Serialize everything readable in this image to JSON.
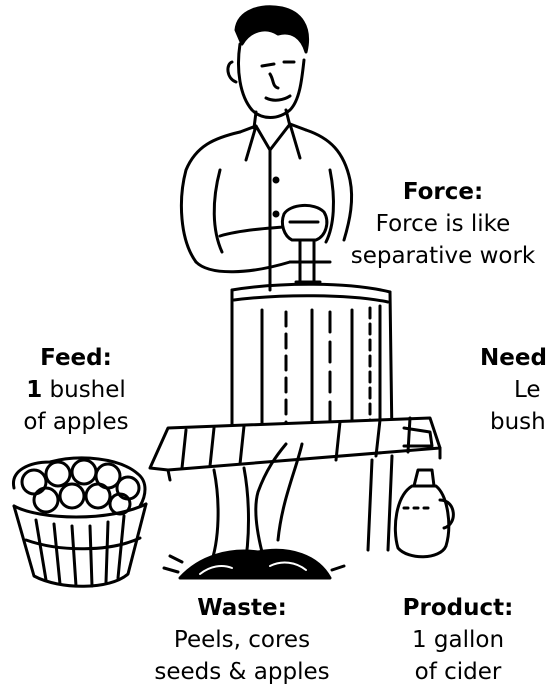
{
  "labels": {
    "force": {
      "heading": "Force:",
      "line1": "Force is like",
      "line2": "separative work"
    },
    "feed": {
      "heading": "Feed:",
      "line1_number": "1",
      "line1_rest": " bushel",
      "line2": "of apples"
    },
    "need": {
      "heading": "Need",
      "line1": "Le",
      "line2": "bush"
    },
    "waste": {
      "heading": "Waste:",
      "line1": "Peels, cores",
      "line2": "seeds & apples"
    },
    "product": {
      "heading": "Product:",
      "line1": "1 gallon",
      "line2": "of cider"
    }
  },
  "icons": [
    "man-figure",
    "cider-press",
    "apple-basket",
    "cider-jug",
    "waste-pile"
  ],
  "colors": {
    "ink": "#000000",
    "paper": "#ffffff"
  }
}
